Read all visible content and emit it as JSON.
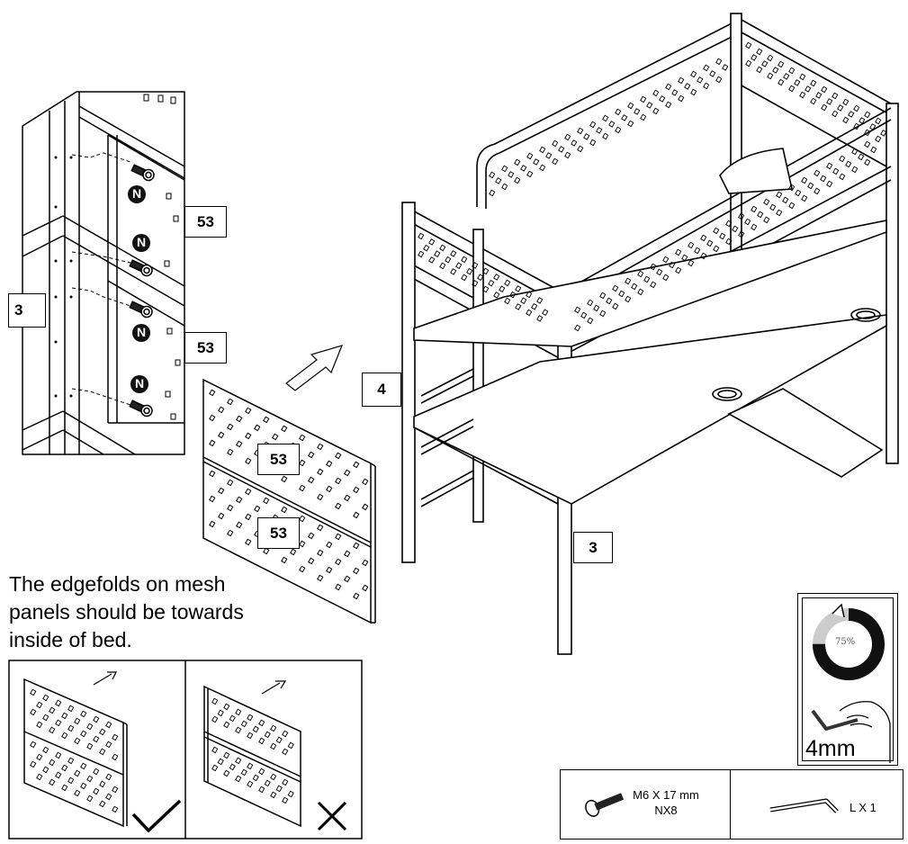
{
  "callouts": {
    "detail_top_53": "53",
    "detail_side_3": "3",
    "detail_mid_53": "53",
    "panel_top_53": "53",
    "panel_bottom_53": "53",
    "frame_post_4": "4",
    "frame_post_3": "3"
  },
  "bolt_marker": "N",
  "note_lines": [
    "The edgefolds on mesh",
    "panels should be towards",
    "inside of bed."
  ],
  "tool": {
    "torque_percent": "75%",
    "torque_fraction": 0.75,
    "hex_key_size": "4mm"
  },
  "hardware": {
    "bolt_spec": "M6 X 17 mm",
    "bolt_qty": "NX8",
    "key_qty": "L X 1"
  },
  "orientation": {
    "correct_mark": "check-mark",
    "wrong_mark": "cross-mark"
  }
}
